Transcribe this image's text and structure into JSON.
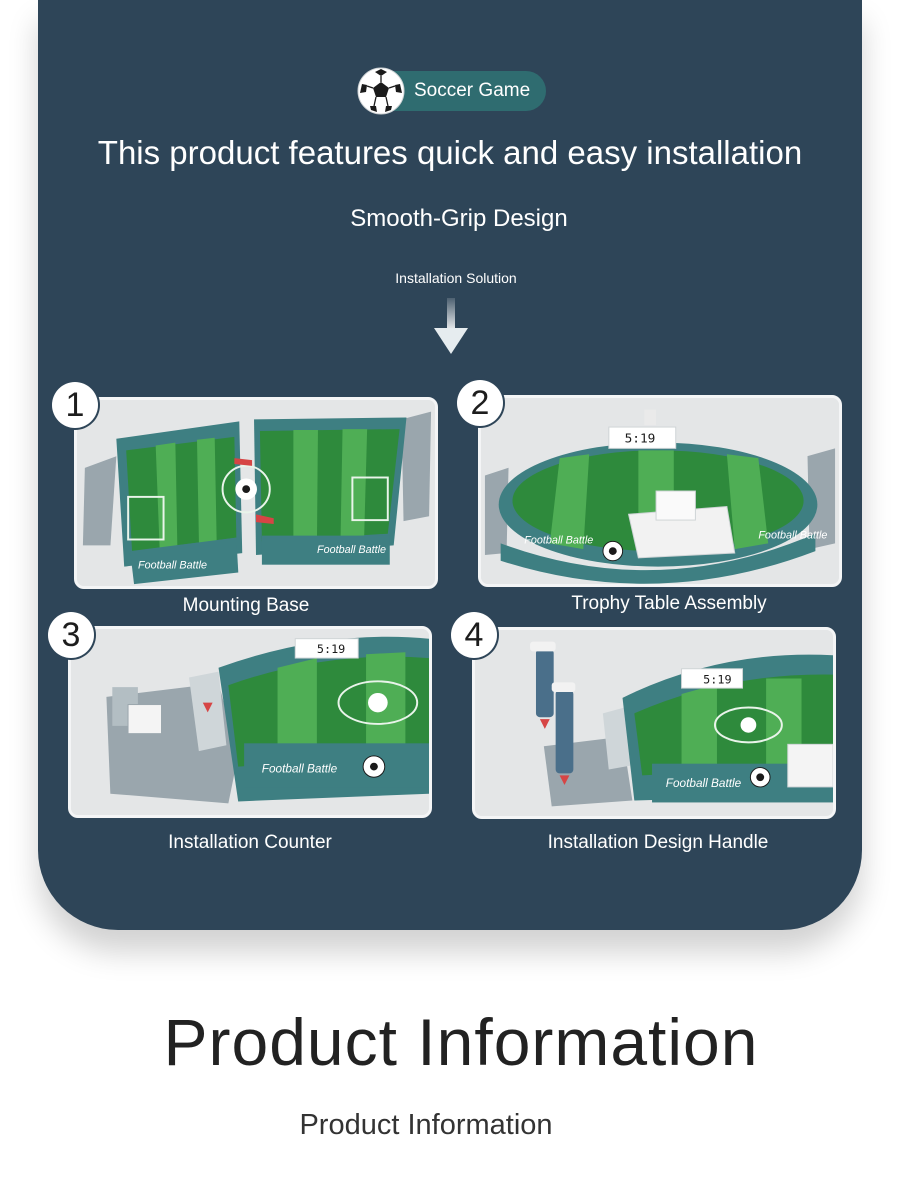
{
  "header": {
    "tag_label": "Soccer Game",
    "headline": "This product features quick and easy installation",
    "subheadline": "Smooth-Grip Design",
    "solution_label": "Installation Solution"
  },
  "steps": [
    {
      "number": "1",
      "caption": "Mounting Base",
      "board_text": "Football Battle"
    },
    {
      "number": "2",
      "caption": "Trophy Table Assembly",
      "board_text": "Football Battle",
      "score": "5:19"
    },
    {
      "number": "3",
      "caption": "Installation Counter",
      "board_text": "Football Battle",
      "score": "5:19"
    },
    {
      "number": "4",
      "caption": "Installation Design Handle",
      "board_text": "Football Battle",
      "score": "5:19"
    }
  ],
  "info": {
    "title": "Product Information",
    "subtitle": "Product Information"
  },
  "colors": {
    "panel": "#2e4558",
    "tag": "#2f6c70",
    "field_dark": "#2e8a3c",
    "field_light": "#4fae55",
    "rim": "#3e7f82"
  },
  "icons": {
    "tag": "soccer-ball-icon",
    "flow": "arrow-down-icon"
  }
}
